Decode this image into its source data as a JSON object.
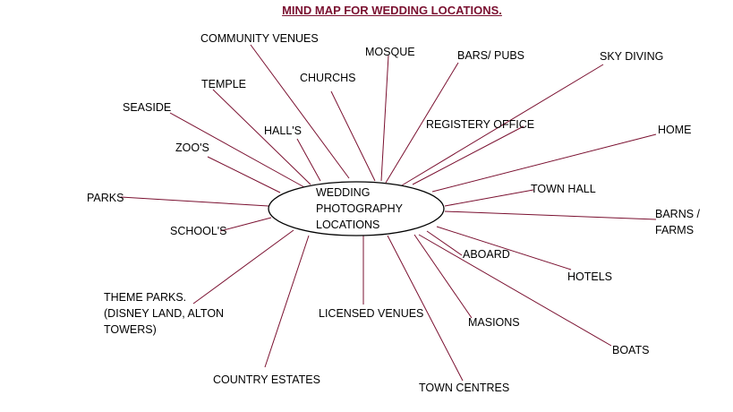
{
  "title": "MIND MAP FOR WEDDING LOCATIONS.",
  "center": {
    "lines": [
      "WEDDING",
      "PHOTOGRAPHY",
      "LOCATIONS"
    ]
  },
  "nodes": [
    {
      "id": "community-venues",
      "lines": [
        "COMMUNITY VENUES"
      ]
    },
    {
      "id": "mosque",
      "lines": [
        "MOSQUE"
      ]
    },
    {
      "id": "bars-pubs",
      "lines": [
        "BARS/ PUBS"
      ]
    },
    {
      "id": "sky-diving",
      "lines": [
        "SKY DIVING"
      ]
    },
    {
      "id": "temple",
      "lines": [
        "TEMPLE"
      ]
    },
    {
      "id": "churchs",
      "lines": [
        "CHURCHS"
      ]
    },
    {
      "id": "seaside",
      "lines": [
        "SEASIDE"
      ]
    },
    {
      "id": "halls",
      "lines": [
        "HALL'S"
      ]
    },
    {
      "id": "registery-office",
      "lines": [
        "REGISTERY OFFICE"
      ]
    },
    {
      "id": "home",
      "lines": [
        "HOME"
      ]
    },
    {
      "id": "zoos",
      "lines": [
        "ZOO'S"
      ]
    },
    {
      "id": "town-hall",
      "lines": [
        "TOWN HALL"
      ]
    },
    {
      "id": "parks",
      "lines": [
        "PARKS"
      ]
    },
    {
      "id": "barns-farms",
      "lines": [
        "BARNS /",
        "FARMS"
      ]
    },
    {
      "id": "schools",
      "lines": [
        "SCHOOL'S"
      ]
    },
    {
      "id": "aboard",
      "lines": [
        "ABOARD"
      ]
    },
    {
      "id": "hotels",
      "lines": [
        "HOTELS"
      ]
    },
    {
      "id": "theme-parks",
      "lines": [
        "THEME PARKS.",
        "(DISNEY LAND, ALTON",
        "TOWERS)"
      ]
    },
    {
      "id": "licensed-venues",
      "lines": [
        "LICENSED VENUES"
      ]
    },
    {
      "id": "masions",
      "lines": [
        "MASIONS"
      ]
    },
    {
      "id": "boats",
      "lines": [
        "BOATS"
      ]
    },
    {
      "id": "country-estates",
      "lines": [
        "COUNTRY ESTATES"
      ]
    },
    {
      "id": "town-centres",
      "lines": [
        "TOWN CENTRES"
      ]
    }
  ],
  "colors": {
    "title": "#7a1030",
    "connector": "#7a1030",
    "text": "#000000",
    "ellipse_stroke": "#000000"
  }
}
